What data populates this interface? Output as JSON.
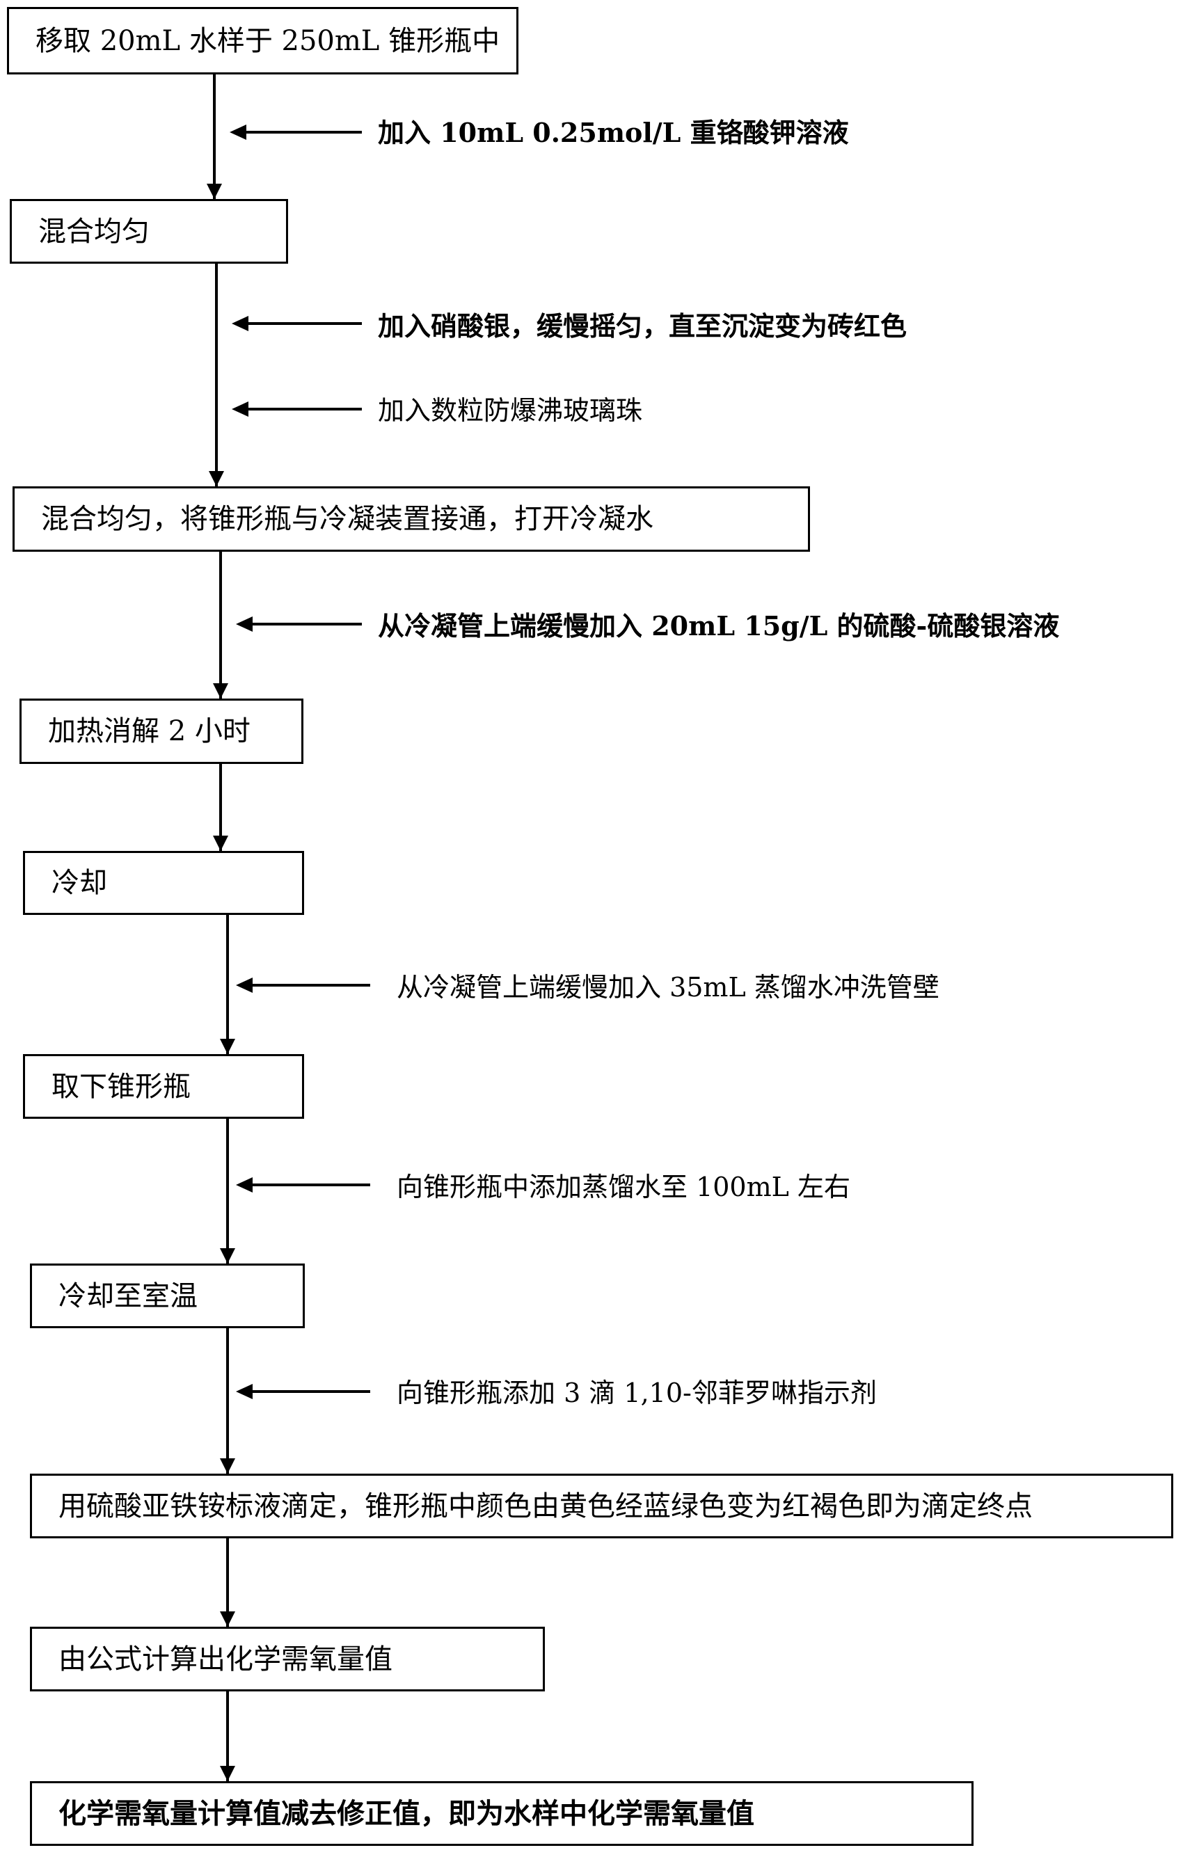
{
  "steps": [
    "移取 20mL 水样于 250mL 锥形瓶中",
    "混合均匀",
    "混合均匀，将锥形瓶与冷凝装置接通，打开冷凝水",
    "加热消解 2 小时",
    "冷却",
    "取下锥形瓶",
    "冷却至室温",
    "用硫酸亚铁铵标液滴定，锥形瓶中颜色由黄色经蓝绿色变为红褐色即为滴定终点",
    "由公式计算出化学需氧量值",
    "化学需氧量计算值减去修正值，即为水样中化学需氧量值"
  ],
  "notes": [
    "加入 10mL 0.25mol/L 重铬酸钾溶液",
    "加入硝酸银，缓慢摇匀，直至沉淀变为砖红色",
    "加入数粒防爆沸玻璃珠",
    "从冷凝管上端缓慢加入 20mL 15g/L 的硫酸-硫酸银溶液",
    "从冷凝管上端缓慢加入 35mL 蒸馏水冲洗管壁",
    "向锥形瓶中添加蒸馏水至 100mL 左右",
    "向锥形瓶添加 3 滴 1,10-邻菲罗啉指示剂"
  ]
}
